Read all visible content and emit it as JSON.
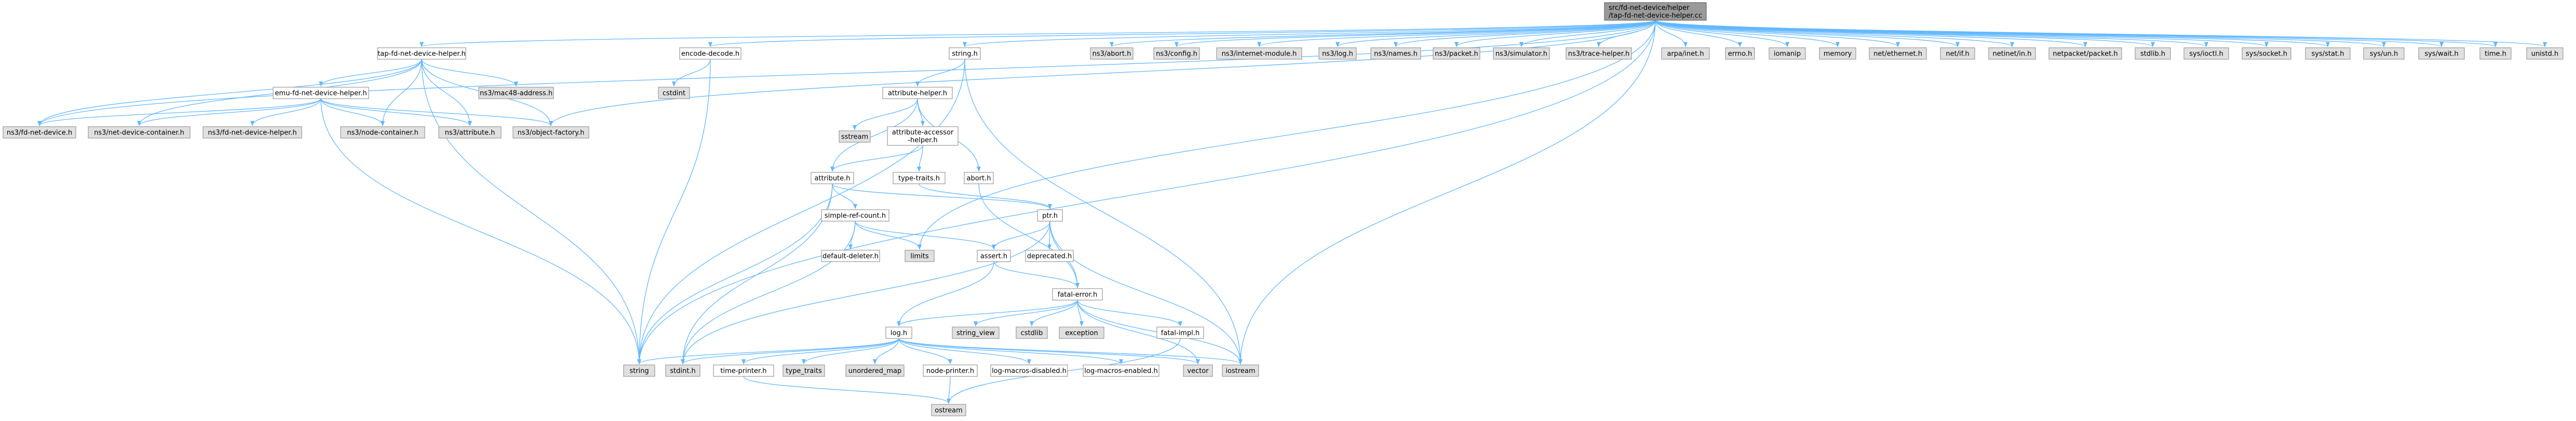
{
  "colors": {
    "edge": "#63b8ff",
    "root_fill": "#999999",
    "local_fill": "#ffffff",
    "system_fill": "#e0e0e0",
    "border": "#999999"
  },
  "nodes": [
    {
      "id": "root",
      "lines": [
        "src/fd-net-device/helper",
        "/tap-fd-net-device-helper.cc"
      ],
      "kind": "root"
    },
    {
      "id": "tap",
      "lines": [
        "tap-fd-net-device-helper.h"
      ],
      "kind": "local"
    },
    {
      "id": "encode",
      "lines": [
        "encode-decode.h"
      ],
      "kind": "local"
    },
    {
      "id": "string_h",
      "lines": [
        "string.h"
      ],
      "kind": "local"
    },
    {
      "id": "abort",
      "lines": [
        "ns3/abort.h"
      ],
      "kind": "sys"
    },
    {
      "id": "config",
      "lines": [
        "ns3/config.h"
      ],
      "kind": "sys"
    },
    {
      "id": "internet",
      "lines": [
        "ns3/internet-module.h"
      ],
      "kind": "sys"
    },
    {
      "id": "logh",
      "lines": [
        "ns3/log.h"
      ],
      "kind": "sys"
    },
    {
      "id": "names",
      "lines": [
        "ns3/names.h"
      ],
      "kind": "sys"
    },
    {
      "id": "packet",
      "lines": [
        "ns3/packet.h"
      ],
      "kind": "sys"
    },
    {
      "id": "simulator",
      "lines": [
        "ns3/simulator.h"
      ],
      "kind": "sys"
    },
    {
      "id": "trace",
      "lines": [
        "ns3/trace-helper.h"
      ],
      "kind": "sys"
    },
    {
      "id": "arpa",
      "lines": [
        "arpa/inet.h"
      ],
      "kind": "sys"
    },
    {
      "id": "errno",
      "lines": [
        "errno.h"
      ],
      "kind": "sys"
    },
    {
      "id": "iomanip",
      "lines": [
        "iomanip"
      ],
      "kind": "sys"
    },
    {
      "id": "memory",
      "lines": [
        "memory"
      ],
      "kind": "sys"
    },
    {
      "id": "netether",
      "lines": [
        "net/ethernet.h"
      ],
      "kind": "sys"
    },
    {
      "id": "netif",
      "lines": [
        "net/if.h"
      ],
      "kind": "sys"
    },
    {
      "id": "netinet",
      "lines": [
        "netinet/in.h"
      ],
      "kind": "sys"
    },
    {
      "id": "netpacket",
      "lines": [
        "netpacket/packet.h"
      ],
      "kind": "sys"
    },
    {
      "id": "stdlib",
      "lines": [
        "stdlib.h"
      ],
      "kind": "sys"
    },
    {
      "id": "ioctl",
      "lines": [
        "sys/ioctl.h"
      ],
      "kind": "sys"
    },
    {
      "id": "socket",
      "lines": [
        "sys/socket.h"
      ],
      "kind": "sys"
    },
    {
      "id": "stat",
      "lines": [
        "sys/stat.h"
      ],
      "kind": "sys"
    },
    {
      "id": "un",
      "lines": [
        "sys/un.h"
      ],
      "kind": "sys"
    },
    {
      "id": "wait",
      "lines": [
        "sys/wait.h"
      ],
      "kind": "sys"
    },
    {
      "id": "time",
      "lines": [
        "time.h"
      ],
      "kind": "sys"
    },
    {
      "id": "unistd",
      "lines": [
        "unistd.h"
      ],
      "kind": "sys"
    },
    {
      "id": "emu",
      "lines": [
        "emu-fd-net-device-helper.h"
      ],
      "kind": "local"
    },
    {
      "id": "mac48",
      "lines": [
        "ns3/mac48-address.h"
      ],
      "kind": "sys"
    },
    {
      "id": "cstdint",
      "lines": [
        "cstdint"
      ],
      "kind": "sys"
    },
    {
      "id": "attrhelper",
      "lines": [
        "attribute-helper.h"
      ],
      "kind": "local"
    },
    {
      "id": "fdnd",
      "lines": [
        "ns3/fd-net-device.h"
      ],
      "kind": "sys"
    },
    {
      "id": "netdevcont",
      "lines": [
        "ns3/net-device-container.h"
      ],
      "kind": "sys"
    },
    {
      "id": "fdndhelper",
      "lines": [
        "ns3/fd-net-device-helper.h"
      ],
      "kind": "sys"
    },
    {
      "id": "nodecont",
      "lines": [
        "ns3/node-container.h"
      ],
      "kind": "sys"
    },
    {
      "id": "attribute_ns3",
      "lines": [
        "ns3/attribute.h"
      ],
      "kind": "sys"
    },
    {
      "id": "objfactory",
      "lines": [
        "ns3/object-factory.h"
      ],
      "kind": "sys"
    },
    {
      "id": "sstream",
      "lines": [
        "sstream"
      ],
      "kind": "sys"
    },
    {
      "id": "aah",
      "lines": [
        "attribute-accessor",
        "-helper.h"
      ],
      "kind": "local"
    },
    {
      "id": "typetraits",
      "lines": [
        "type-traits.h"
      ],
      "kind": "local"
    },
    {
      "id": "aborth",
      "lines": [
        "abort.h"
      ],
      "kind": "local"
    },
    {
      "id": "attrh",
      "lines": [
        "attribute.h"
      ],
      "kind": "local"
    },
    {
      "id": "ptr",
      "lines": [
        "ptr.h"
      ],
      "kind": "local"
    },
    {
      "id": "src",
      "lines": [
        "simple-ref-count.h"
      ],
      "kind": "local"
    },
    {
      "id": "defdel",
      "lines": [
        "default-deleter.h"
      ],
      "kind": "local"
    },
    {
      "id": "limits",
      "lines": [
        "limits"
      ],
      "kind": "sys"
    },
    {
      "id": "assert",
      "lines": [
        "assert.h"
      ],
      "kind": "local"
    },
    {
      "id": "deprecated",
      "lines": [
        "deprecated.h"
      ],
      "kind": "local"
    },
    {
      "id": "fatalerror",
      "lines": [
        "fatal-error.h"
      ],
      "kind": "local"
    },
    {
      "id": "string_view",
      "lines": [
        "string_view"
      ],
      "kind": "sys"
    },
    {
      "id": "cstdlib",
      "lines": [
        "cstdlib"
      ],
      "kind": "sys"
    },
    {
      "id": "exception",
      "lines": [
        "exception"
      ],
      "kind": "sys"
    },
    {
      "id": "fatalimpl",
      "lines": [
        "fatal-impl.h"
      ],
      "kind": "local"
    },
    {
      "id": "logh2",
      "lines": [
        "log.h"
      ],
      "kind": "local"
    },
    {
      "id": "string",
      "lines": [
        "string"
      ],
      "kind": "sys"
    },
    {
      "id": "stdint",
      "lines": [
        "stdint.h"
      ],
      "kind": "sys"
    },
    {
      "id": "timeprinter",
      "lines": [
        "time-printer.h"
      ],
      "kind": "local"
    },
    {
      "id": "type_traits",
      "lines": [
        "type_traits"
      ],
      "kind": "sys"
    },
    {
      "id": "unordered_map",
      "lines": [
        "unordered_map"
      ],
      "kind": "sys"
    },
    {
      "id": "nodeprinter",
      "lines": [
        "node-printer.h"
      ],
      "kind": "local"
    },
    {
      "id": "lmd",
      "lines": [
        "log-macros-disabled.h"
      ],
      "kind": "local"
    },
    {
      "id": "lme",
      "lines": [
        "log-macros-enabled.h"
      ],
      "kind": "local"
    },
    {
      "id": "vector",
      "lines": [
        "vector"
      ],
      "kind": "sys"
    },
    {
      "id": "iostream",
      "lines": [
        "iostream"
      ],
      "kind": "sys"
    },
    {
      "id": "ostream",
      "lines": [
        "ostream"
      ],
      "kind": "sys"
    }
  ],
  "edges": [
    [
      "root",
      "tap"
    ],
    [
      "root",
      "encode"
    ],
    [
      "root",
      "string_h"
    ],
    [
      "root",
      "abort"
    ],
    [
      "root",
      "config"
    ],
    [
      "root",
      "internet"
    ],
    [
      "root",
      "logh"
    ],
    [
      "root",
      "names"
    ],
    [
      "root",
      "packet"
    ],
    [
      "root",
      "simulator"
    ],
    [
      "root",
      "trace"
    ],
    [
      "root",
      "arpa"
    ],
    [
      "root",
      "errno"
    ],
    [
      "root",
      "iomanip"
    ],
    [
      "root",
      "memory"
    ],
    [
      "root",
      "netether"
    ],
    [
      "root",
      "netif"
    ],
    [
      "root",
      "netinet"
    ],
    [
      "root",
      "netpacket"
    ],
    [
      "root",
      "stdlib"
    ],
    [
      "root",
      "ioctl"
    ],
    [
      "root",
      "socket"
    ],
    [
      "root",
      "stat"
    ],
    [
      "root",
      "un"
    ],
    [
      "root",
      "wait"
    ],
    [
      "root",
      "time"
    ],
    [
      "root",
      "unistd"
    ],
    [
      "root",
      "fdnd"
    ],
    [
      "root",
      "objfactory"
    ],
    [
      "root",
      "string"
    ],
    [
      "root",
      "limits"
    ],
    [
      "root",
      "iostream"
    ],
    [
      "tap",
      "emu"
    ],
    [
      "tap",
      "mac48"
    ],
    [
      "tap",
      "fdnd"
    ],
    [
      "tap",
      "netdevcont"
    ],
    [
      "tap",
      "nodecont"
    ],
    [
      "tap",
      "attribute_ns3"
    ],
    [
      "tap",
      "objfactory"
    ],
    [
      "tap",
      "string"
    ],
    [
      "emu",
      "fdnd"
    ],
    [
      "emu",
      "netdevcont"
    ],
    [
      "emu",
      "fdndhelper"
    ],
    [
      "emu",
      "nodecont"
    ],
    [
      "emu",
      "attribute_ns3"
    ],
    [
      "emu",
      "objfactory"
    ],
    [
      "emu",
      "string"
    ],
    [
      "encode",
      "cstdint"
    ],
    [
      "encode",
      "string"
    ],
    [
      "string_h",
      "attrhelper"
    ],
    [
      "string_h",
      "string"
    ],
    [
      "string_h",
      "iostream"
    ],
    [
      "attrhelper",
      "sstream"
    ],
    [
      "attrhelper",
      "aah"
    ],
    [
      "attrhelper",
      "aborth"
    ],
    [
      "attrhelper",
      "attrh"
    ],
    [
      "aah",
      "typetraits"
    ],
    [
      "aah",
      "attrh"
    ],
    [
      "typetraits",
      "ptr"
    ],
    [
      "aborth",
      "fatalerror"
    ],
    [
      "attrh",
      "src"
    ],
    [
      "attrh",
      "ptr"
    ],
    [
      "attrh",
      "string"
    ],
    [
      "attrh",
      "stdint"
    ],
    [
      "src",
      "defdel"
    ],
    [
      "src",
      "assert"
    ],
    [
      "src",
      "limits"
    ],
    [
      "src",
      "stdint"
    ],
    [
      "ptr",
      "assert"
    ],
    [
      "ptr",
      "deprecated"
    ],
    [
      "ptr",
      "fatalerror"
    ],
    [
      "ptr",
      "stdint"
    ],
    [
      "ptr",
      "iostream"
    ],
    [
      "assert",
      "fatalerror"
    ],
    [
      "assert",
      "logh2"
    ],
    [
      "fatalerror",
      "string_view"
    ],
    [
      "fatalerror",
      "cstdlib"
    ],
    [
      "fatalerror",
      "exception"
    ],
    [
      "fatalerror",
      "fatalimpl"
    ],
    [
      "fatalerror",
      "iostream"
    ],
    [
      "fatalerror",
      "vector"
    ],
    [
      "fatalerror",
      "logh2"
    ],
    [
      "fatalimpl",
      "ostream"
    ],
    [
      "logh2",
      "string"
    ],
    [
      "logh2",
      "stdint"
    ],
    [
      "logh2",
      "timeprinter"
    ],
    [
      "logh2",
      "type_traits"
    ],
    [
      "logh2",
      "unordered_map"
    ],
    [
      "logh2",
      "nodeprinter"
    ],
    [
      "logh2",
      "lmd"
    ],
    [
      "logh2",
      "lme"
    ],
    [
      "logh2",
      "vector"
    ],
    [
      "logh2",
      "iostream"
    ],
    [
      "timeprinter",
      "ostream"
    ],
    [
      "nodeprinter",
      "ostream"
    ]
  ]
}
